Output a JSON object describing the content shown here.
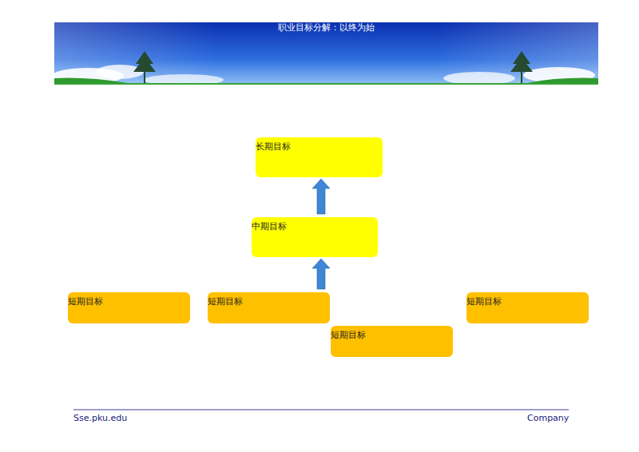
{
  "diagram": {
    "title": "职业目标分解：以终为始",
    "nodes": [
      {
        "text": [
          "长期目标"
        ]
      },
      {
        "text": [
          "中期目标"
        ]
      },
      {
        "text": [
          "短期目标"
        ]
      },
      {
        "text": [
          "短期目标"
        ]
      },
      {
        "text": [
          "短期目标"
        ]
      },
      {
        "text": [
          "短期目标"
        ]
      }
    ],
    "edges": [
      {
        "from": 1,
        "to": 0,
        "arrow": "to"
      },
      {
        "from": 3,
        "to": 1,
        "arrow": "to"
      }
    ],
    "labels": [
      "Sse.pku.edu",
      "Company"
    ]
  }
}
